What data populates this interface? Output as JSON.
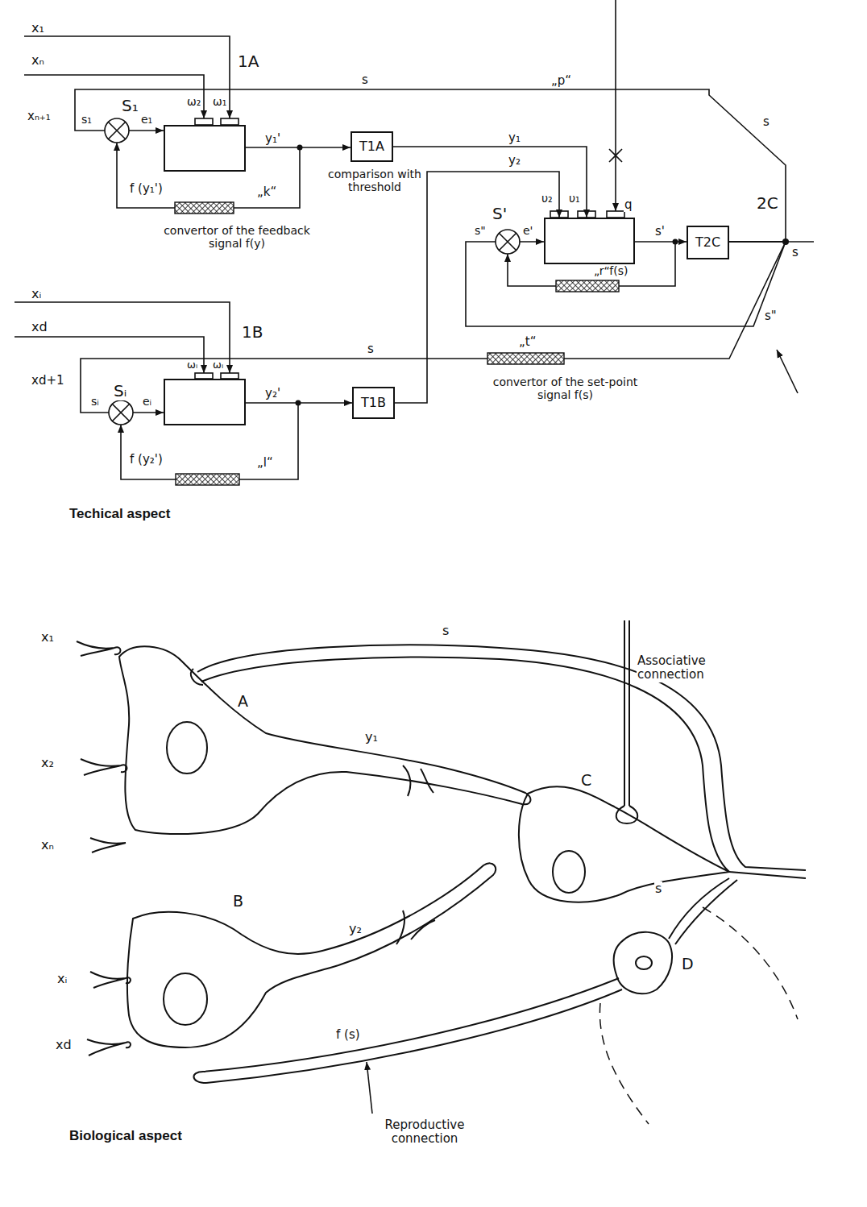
{
  "diagram": {
    "nodes": [
      {
        "text": [
          "1A"
        ]
      },
      {
        "text": [
          "T1A"
        ]
      },
      {
        "text": [
          "2C"
        ]
      },
      {
        "text": [
          "T2C"
        ]
      },
      {
        "text": [
          "1B"
        ]
      },
      {
        "text": [
          "T1B"
        ]
      }
    ],
    "edges": [
      {
        "from": 0,
        "to": 1,
        "arrow": "to",
        "label": "y₁'"
      },
      {
        "from": 1,
        "to": 2,
        "arrow": "to",
        "label": "y₁"
      },
      {
        "from": 2,
        "to": 3,
        "arrow": "to",
        "label": "s'"
      },
      {
        "from": 3,
        "to": 0,
        "arrow": "to",
        "label": "s"
      },
      {
        "from": 3,
        "to": 4,
        "arrow": "to",
        "label": "s"
      },
      {
        "from": 4,
        "to": 5,
        "arrow": "to",
        "label": "y₂'"
      },
      {
        "from": 5,
        "to": 2,
        "arrow": "to",
        "label": "y₂"
      },
      {
        "from": 3,
        "to": 2,
        "arrow": "to",
        "label": "s\""
      }
    ],
    "labels": [
      "x₁",
      "xₙ",
      "„p“",
      "ω₂",
      "ω₁",
      "xₙ₊₁",
      "S₁",
      "s₁",
      "e₁",
      "f (y₁')",
      "„k“",
      "comparison with threshold",
      "convertor of the feedback signal f(y)",
      "υ₂",
      "υ₁",
      "q",
      "s",
      "S'",
      "s\"",
      "e'",
      "„r“f(s)",
      "s",
      "xᵢ",
      "xd",
      "ωᵢ",
      "ωᵢ",
      "xd+1",
      "Sᵢ",
      "sᵢ",
      "eᵢ",
      "f (y₂')",
      "„l“",
      "„t“",
      "convertor of the set-point signal f(s)",
      "Techical aspect",
      "x₁",
      "x₂",
      "xₙ",
      "A",
      "s",
      "y₁",
      "Associative connection",
      "C",
      "s",
      "B",
      "y₂",
      "xᵢ",
      "xd",
      "D",
      "f (s)",
      "Reproductive connection",
      "Biological aspect"
    ]
  }
}
